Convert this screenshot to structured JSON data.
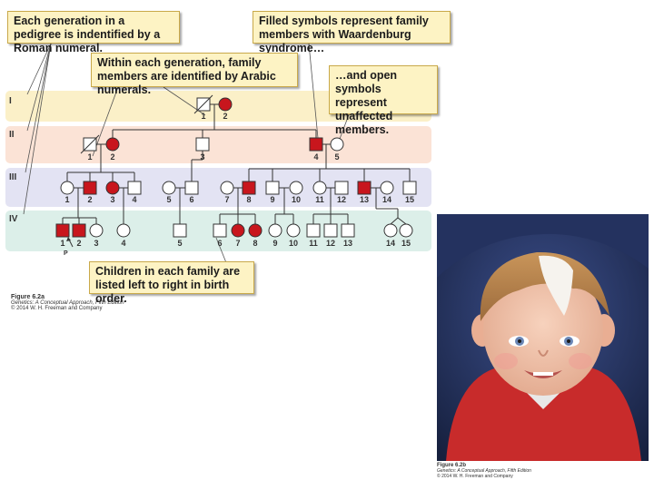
{
  "callouts": {
    "roman": "Each generation in a pedigree is indentified by a Roman numeral.",
    "filled": "Filled symbols represent family members with Waardenburg syndrome…",
    "arabic": "Within each generation, family members are identified by Arabic numerals.",
    "open": "…and open symbols represent unaffected members.",
    "birth_order": "Children in each family are listed left to right in birth order."
  },
  "generations": [
    "I",
    "II",
    "III",
    "IV"
  ],
  "proband_label": "P",
  "colors": {
    "affected": "#c8161d",
    "band_I": "#fbf0c8",
    "band_II": "#fbe3d6",
    "band_III": "#e3e3f3",
    "band_IV": "#dcefe9",
    "callout_bg": "#fdf3c4"
  },
  "figure_a": {
    "title": "Figure 6.2a",
    "line1": "Genetics: A Conceptual Approach, Fifth Edition",
    "line2": "© 2014 W. H. Freeman and Company"
  },
  "figure_b": {
    "title": "Figure 6.2b",
    "line1": "Genetics: A Conceptual Approach, Fifth Edition",
    "line2": "© 2014 W. H. Freeman and Company"
  },
  "individuals": {
    "I": [
      {
        "n": "1",
        "sex": "male",
        "affected": false,
        "deceased": true
      },
      {
        "n": "2",
        "sex": "female",
        "affected": true,
        "deceased": false
      }
    ],
    "II": [
      {
        "n": "1",
        "sex": "male",
        "affected": false,
        "deceased": true
      },
      {
        "n": "2",
        "sex": "female",
        "affected": true,
        "deceased": false
      },
      {
        "n": "3",
        "sex": "male",
        "affected": false,
        "deceased": false
      },
      {
        "n": "4",
        "sex": "male",
        "affected": true,
        "deceased": false
      },
      {
        "n": "5",
        "sex": "female",
        "affected": false,
        "deceased": false
      }
    ],
    "III": [
      {
        "n": "1",
        "sex": "female",
        "affected": false
      },
      {
        "n": "2",
        "sex": "male",
        "affected": true
      },
      {
        "n": "3",
        "sex": "female",
        "affected": true
      },
      {
        "n": "4",
        "sex": "male",
        "affected": false
      },
      {
        "n": "5",
        "sex": "female",
        "affected": false
      },
      {
        "n": "6",
        "sex": "male",
        "affected": false
      },
      {
        "n": "7",
        "sex": "female",
        "affected": false
      },
      {
        "n": "8",
        "sex": "male",
        "affected": true
      },
      {
        "n": "9",
        "sex": "male",
        "affected": false
      },
      {
        "n": "10",
        "sex": "female",
        "affected": false
      },
      {
        "n": "11",
        "sex": "female",
        "affected": false
      },
      {
        "n": "12",
        "sex": "male",
        "affected": false
      },
      {
        "n": "13",
        "sex": "male",
        "affected": true
      },
      {
        "n": "14",
        "sex": "female",
        "affected": false
      },
      {
        "n": "15",
        "sex": "male",
        "affected": false
      }
    ],
    "IV": [
      {
        "n": "1",
        "sex": "male",
        "affected": true
      },
      {
        "n": "2",
        "sex": "male",
        "affected": true
      },
      {
        "n": "3",
        "sex": "female",
        "affected": false
      },
      {
        "n": "4",
        "sex": "female",
        "affected": false
      },
      {
        "n": "5",
        "sex": "male",
        "affected": false
      },
      {
        "n": "6",
        "sex": "male",
        "affected": false
      },
      {
        "n": "7",
        "sex": "female",
        "affected": true
      },
      {
        "n": "8",
        "sex": "female",
        "affected": true
      },
      {
        "n": "9",
        "sex": "female",
        "affected": false
      },
      {
        "n": "10",
        "sex": "female",
        "affected": false
      },
      {
        "n": "11",
        "sex": "male",
        "affected": false
      },
      {
        "n": "12",
        "sex": "male",
        "affected": false
      },
      {
        "n": "13",
        "sex": "male",
        "affected": false
      },
      {
        "n": "14",
        "sex": "female",
        "affected": false
      },
      {
        "n": "15",
        "sex": "female",
        "affected": false
      }
    ]
  }
}
